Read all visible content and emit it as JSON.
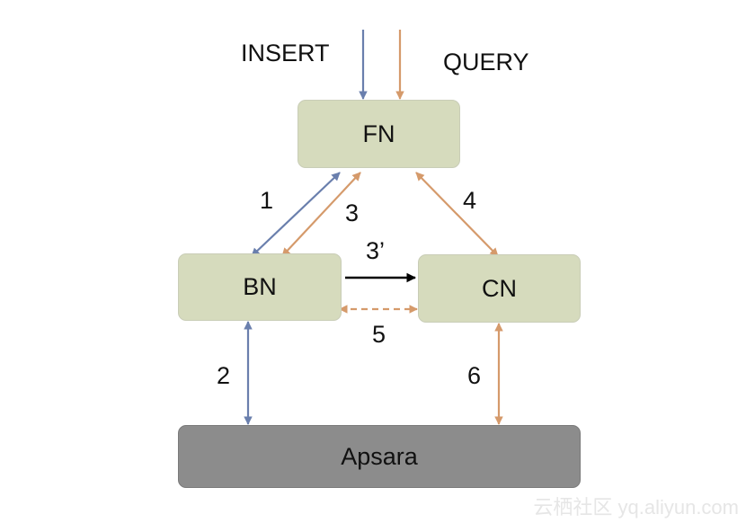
{
  "labels": {
    "insert": "INSERT",
    "query": "QUERY"
  },
  "nodes": {
    "fn": "FN",
    "bn": "BN",
    "cn": "CN",
    "apsara": "Apsara"
  },
  "edges": {
    "e1": "1",
    "e2": "2",
    "e3": "3",
    "e3p": "3’",
    "e4": "4",
    "e5": "5",
    "e6": "6"
  },
  "watermark": "云栖社区 yq.aliyun.com",
  "colors": {
    "node_fill": "#d6dbbd",
    "storage_fill": "#8c8c8c",
    "insert_arrow": "#6a7fad",
    "query_arrow": "#d59a6b",
    "direct_arrow": "#000000"
  }
}
